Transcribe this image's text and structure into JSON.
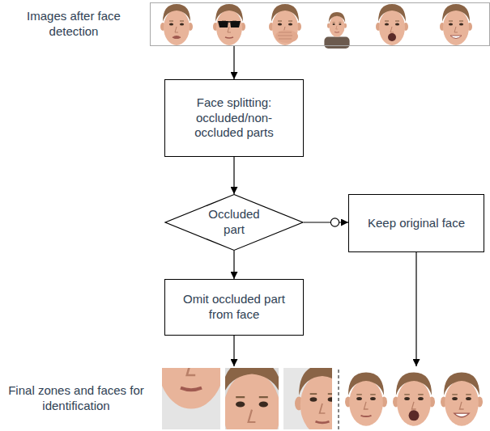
{
  "diagram": {
    "nodes": [
      {
        "text": [
          "Images after face detection"
        ]
      },
      {
        "text": [
          "Face splitting: occluded/non-occluded parts"
        ]
      },
      {
        "text": [
          "Occluded part"
        ]
      },
      {
        "text": [
          "Keep original face"
        ]
      },
      {
        "text": [
          "Omit occluded part from face"
        ]
      },
      {
        "text": [
          "Final zones and faces for identification"
        ]
      }
    ],
    "edges": [
      {
        "from": 0,
        "to": 1,
        "arrow": "to"
      },
      {
        "from": 1,
        "to": 2,
        "arrow": "to"
      },
      {
        "from": 2,
        "to": 3,
        "arrow": "to"
      },
      {
        "from": 2,
        "to": 4,
        "arrow": "to"
      },
      {
        "from": 4,
        "to": 5,
        "arrow": "to"
      },
      {
        "from": 3,
        "to": 5,
        "arrow": "to"
      }
    ]
  }
}
